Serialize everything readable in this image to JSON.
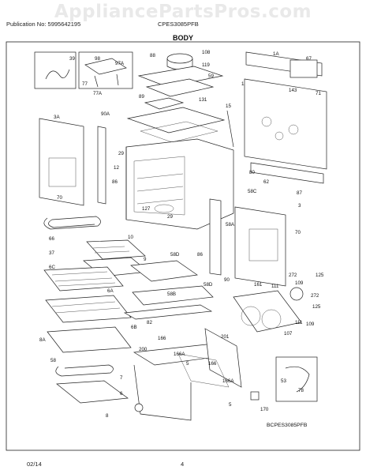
{
  "watermark": "AppliancePartsPros.com",
  "header": {
    "publication": "Publication No: 5995642195",
    "model": "CPES3085PFB"
  },
  "title": "BODY",
  "diagram_code": "BCPES3085PFB",
  "footer": {
    "date": "02/14",
    "page": "4"
  },
  "labels": {
    "l39": "39",
    "l98": "98",
    "l97a": "97A",
    "l77": "77",
    "l77a": "77A",
    "l88": "88",
    "l108": "108",
    "l119": "119",
    "l59": "59",
    "l1a": "1A",
    "l67": "67",
    "l1": "1",
    "l143": "143",
    "l71": "71",
    "l89": "89",
    "l131": "131",
    "l15": "15",
    "l3a": "3A",
    "l90a": "90A",
    "l29": "29",
    "l12": "12",
    "l86": "86",
    "l70": "70",
    "l80": "80",
    "l62": "62",
    "l58c": "58C",
    "l87": "87",
    "l127": "127",
    "l29b": "29",
    "l3": "3",
    "l58a": "58A",
    "l66": "66",
    "l10": "10",
    "l70b": "70",
    "l37": "37",
    "l9": "9",
    "l58d": "58D",
    "l86b": "86",
    "l6c": "6C",
    "l90": "90",
    "l6a": "6A",
    "l58d2": "58D",
    "l58b": "58B",
    "l161": "161",
    "l111": "111",
    "l272": "272",
    "l125": "125",
    "l109": "109",
    "l272b": "272",
    "l125b": "125",
    "l111b": "111",
    "l109b": "109",
    "l6b": "6B",
    "l82": "82",
    "l107": "107",
    "l8a": "8A",
    "l200": "200",
    "l166": "166",
    "l166a": "166A",
    "l201": "201",
    "l58": "58",
    "l7": "7",
    "l5": "5",
    "l166b": "166",
    "l166a2": "166A",
    "l53": "53",
    "l78": "78",
    "l6": "6",
    "l8": "8",
    "l5b": "5",
    "l170": "170"
  }
}
